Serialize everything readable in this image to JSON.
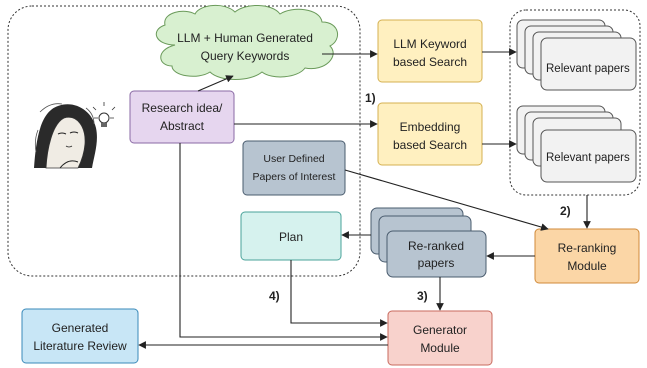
{
  "nodes": {
    "query_keywords": {
      "lines": [
        "LLM + Human Generated",
        "Query Keywords"
      ],
      "fill": "#d8f0d0",
      "stroke": "#6a9a5a"
    },
    "research_idea": {
      "lines": [
        "Research idea/",
        "Abstract"
      ],
      "fill": "#e6d6ef",
      "stroke": "#8a6aa5"
    },
    "keyword_search": {
      "lines": [
        "LLM Keyword",
        "based Search"
      ],
      "fill": "#fff0c0",
      "stroke": "#d4b050"
    },
    "embedding_search": {
      "lines": [
        "Embedding",
        "based Search"
      ],
      "fill": "#fff0c0",
      "stroke": "#d4b050"
    },
    "relevant_papers_top": {
      "lines": [
        "Relevant papers"
      ],
      "fill": "#f2f2f2",
      "stroke": "#555555"
    },
    "relevant_papers_bottom": {
      "lines": [
        "Relevant papers"
      ],
      "fill": "#f2f2f2",
      "stroke": "#555555"
    },
    "user_papers": {
      "lines": [
        "User Defined",
        "Papers of Interest"
      ],
      "fill": "#b7c4d0",
      "stroke": "#4a5c6e"
    },
    "plan": {
      "lines": [
        "Plan"
      ],
      "fill": "#d6f2ee",
      "stroke": "#4aa39a"
    },
    "reranked_papers": {
      "lines": [
        "Re-ranked",
        "papers"
      ],
      "fill": "#b7c4d0",
      "stroke": "#4a5c6e"
    },
    "reranking_module": {
      "lines": [
        "Re-ranking",
        "Module"
      ],
      "fill": "#fbd6a6",
      "stroke": "#d08a3a"
    },
    "generator_module": {
      "lines": [
        "Generator",
        "Module"
      ],
      "fill": "#f8d2cc",
      "stroke": "#c86a5e"
    },
    "literature_review": {
      "lines": [
        "Generated",
        "Literature Review"
      ],
      "fill": "#c8e6f6",
      "stroke": "#3a8aba"
    }
  },
  "step_labels": {
    "step1": "1)",
    "step2": "2)",
    "step3": "3)",
    "step4": "4)"
  }
}
